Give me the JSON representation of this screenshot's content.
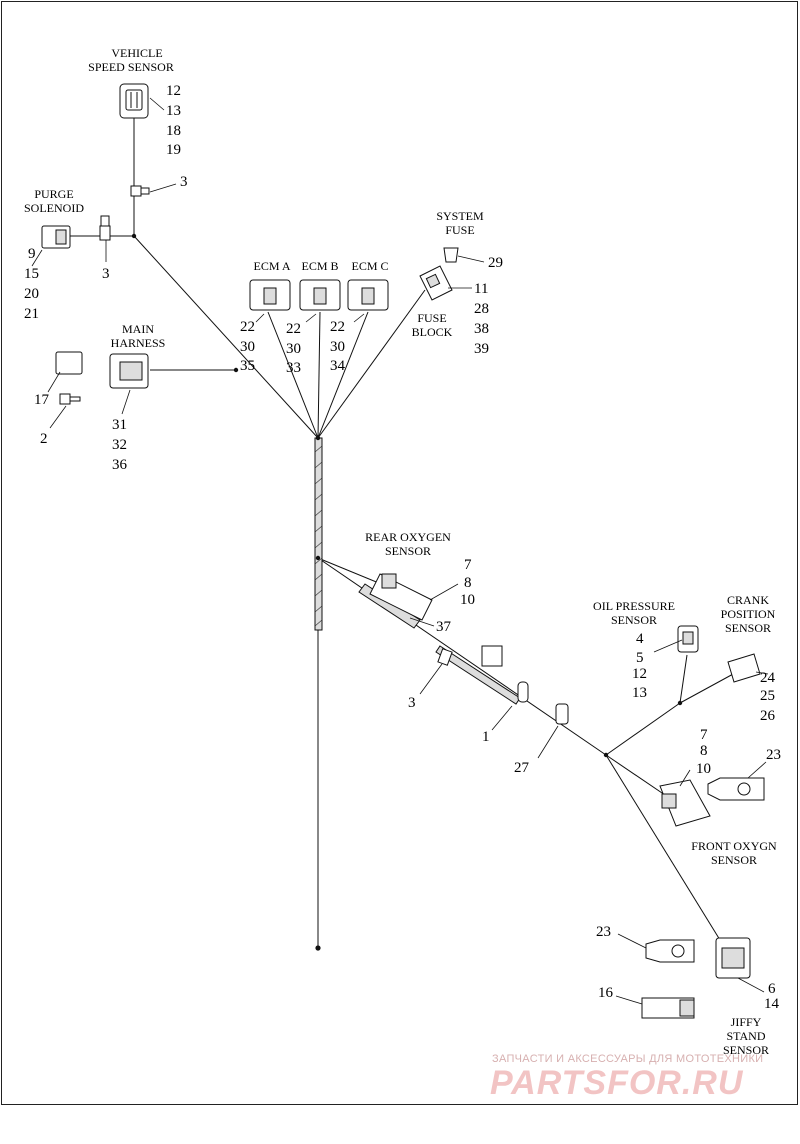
{
  "labels": {
    "vehicle_speed_sensor": [
      "VEHICLE",
      "SPEED SENSOR"
    ],
    "purge_solenoid": [
      "PURGE",
      "SOLENOID"
    ],
    "ecm_a": "ECM A",
    "ecm_b": "ECM B",
    "ecm_c": "ECM C",
    "system_fuse": [
      "SYSTEM",
      "FUSE"
    ],
    "fuse_block": [
      "FUSE",
      "BLOCK"
    ],
    "main_harness": [
      "MAIN",
      "HARNESS"
    ],
    "rear_oxygen_sensor": [
      "REAR OXYGEN",
      "SENSOR"
    ],
    "oil_pressure_sensor": [
      "OIL PRESSURE",
      "SENSOR"
    ],
    "crank_position_sensor": [
      "CRANK",
      "POSITION",
      "SENSOR"
    ],
    "front_oxygen_sensor": [
      "FRONT OXYGN",
      "SENSOR"
    ],
    "jiffy_stand_sensor": [
      "JIFFY",
      "STAND",
      "SENSOR"
    ]
  },
  "callouts": {
    "vss": [
      "12",
      "13",
      "18",
      "19"
    ],
    "vss_clip": "3",
    "purge_clip": "3",
    "purge": [
      "9",
      "15",
      "20",
      "21"
    ],
    "ecm_a": [
      "22",
      "30",
      "35"
    ],
    "ecm_b": [
      "22",
      "30",
      "33"
    ],
    "ecm_c": [
      "22",
      "30",
      "34"
    ],
    "system_fuse": "29",
    "fuse_block": [
      "11",
      "28",
      "38",
      "39"
    ],
    "main_harness": [
      "31",
      "32",
      "36"
    ],
    "loose_connector": "17",
    "loose_clip": "2",
    "rear_o2": [
      "7",
      "8",
      "10"
    ],
    "rear_o2_bracket": "37",
    "harness_clip": "3",
    "harness_conduit": "1",
    "harness_clip_2": "27",
    "oil_pressure": [
      "4",
      "5",
      "12",
      "13"
    ],
    "crank_position": [
      "24",
      "25",
      "26"
    ],
    "front_o2": [
      "7",
      "8",
      "10"
    ],
    "front_o2_bracket": "23",
    "jiffy_bracket": "23",
    "jiffy_stand": [
      "6",
      "14"
    ],
    "jiffy_connector": "16"
  },
  "watermark": {
    "line1": "ЗАПЧАСТИ И АКСЕССУАРЫ ДЛЯ МОТОТЕХНИКИ",
    "line2": "PARTSFOR.RU"
  }
}
